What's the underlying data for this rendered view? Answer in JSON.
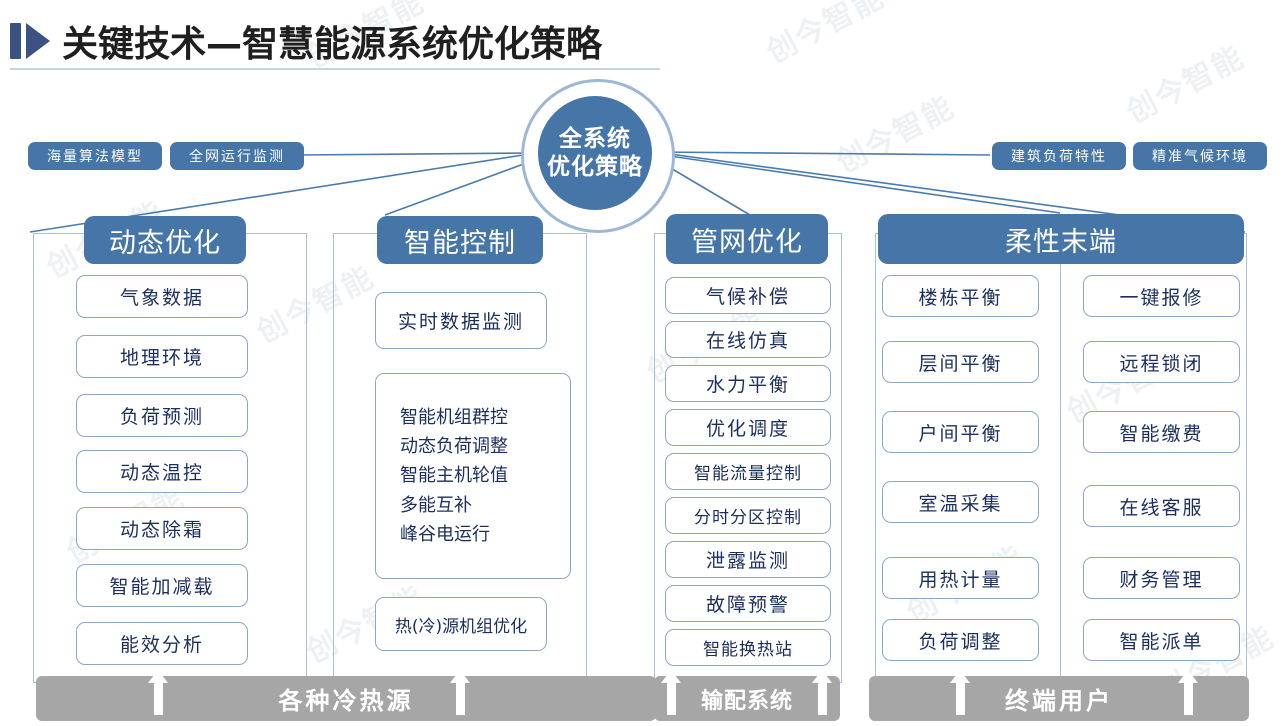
{
  "title": {
    "text": "关键技术—智慧能源系统优化策略",
    "icon": "play-triangle-icon"
  },
  "center": {
    "line1": "全系统",
    "line2": "优化策略"
  },
  "input_pills": {
    "left": [
      {
        "label": "海量算法模型"
      },
      {
        "label": "全网运行监测"
      }
    ],
    "right": [
      {
        "label": "建筑负荷特性"
      },
      {
        "label": "精准气候环境"
      }
    ]
  },
  "columns": [
    {
      "id": "dynamic-optimization",
      "header": "动态优化",
      "items": [
        {
          "label": "气象数据"
        },
        {
          "label": "地理环境"
        },
        {
          "label": "负荷预测"
        },
        {
          "label": "动态温控"
        },
        {
          "label": "动态除霜"
        },
        {
          "label": "智能加减载"
        },
        {
          "label": "能效分析"
        }
      ]
    },
    {
      "id": "intelligent-control",
      "header": "智能控制",
      "items": [
        {
          "label": "实时数据监测"
        },
        {
          "lines": [
            "智能机组群控",
            "动态负荷调整",
            "智能主机轮值",
            "多能互补",
            "峰谷电运行"
          ]
        },
        {
          "label": "热(冷)源机组优化"
        }
      ]
    },
    {
      "id": "pipe-network-optimization",
      "header": "管网优化",
      "items": [
        {
          "label": "气候补偿"
        },
        {
          "label": "在线仿真"
        },
        {
          "label": "水力平衡"
        },
        {
          "label": "优化调度"
        },
        {
          "label": "智能流量控制"
        },
        {
          "label": "分时分区控制"
        },
        {
          "label": "泄露监测"
        },
        {
          "label": "故障预警"
        },
        {
          "label": "智能换热站"
        }
      ]
    },
    {
      "id": "flexible-terminal",
      "header": "柔性末端",
      "items_left": [
        {
          "label": "楼栋平衡"
        },
        {
          "label": "层间平衡"
        },
        {
          "label": "户间平衡"
        },
        {
          "label": "室温采集"
        },
        {
          "label": "用热计量"
        },
        {
          "label": "负荷调整"
        }
      ],
      "items_right": [
        {
          "label": "一键报修"
        },
        {
          "label": "远程锁闭"
        },
        {
          "label": "智能缴费"
        },
        {
          "label": "在线客服"
        },
        {
          "label": "财务管理"
        },
        {
          "label": "智能派单"
        }
      ]
    }
  ],
  "bottom_bars": [
    {
      "id": "heat-cold-sources",
      "label": "各种冷热源"
    },
    {
      "id": "transmission-distribution",
      "label": "输配系统"
    },
    {
      "id": "end-users",
      "label": "终端用户"
    }
  ],
  "watermark": {
    "text": "创今智能"
  },
  "colors": {
    "brand_blue": "#4675a8",
    "ring_blue": "#9cb8d6",
    "box_border": "#8ba7c6",
    "box_text": "#1b2f5e",
    "frame_border": "#a9c0d8",
    "gray_bar": "#a6a6a6",
    "title_dark": "#1f1f1f",
    "title_icon": "#3c5282"
  }
}
